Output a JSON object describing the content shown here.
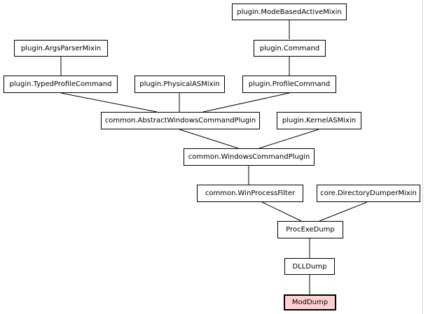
{
  "nodes": {
    "mode_based_active_mixin": "plugin.ModeBasedActiveMixin",
    "args_parser_mixin": "plugin.ArgsParserMixin",
    "command": "plugin.Command",
    "typed_profile_command": "plugin.TypedProfileCommand",
    "physical_as_mixin": "plugin.PhysicalASMixin",
    "profile_command": "plugin.ProfileCommand",
    "abstract_windows_command_plugin": "common.AbstractWindowsCommandPlugin",
    "kernel_as_mixin": "plugin.KernelASMixin",
    "windows_command_plugin": "common.WindowsCommandPlugin",
    "win_process_filter": "common.WinProcessFilter",
    "directory_dumper_mixin": "core.DirectoryDumperMixin",
    "proc_exe_dump": "ProcExeDump",
    "dll_dump": "DLLDump",
    "mod_dump": "ModDump"
  },
  "highlight_color": "#ffd0d0"
}
